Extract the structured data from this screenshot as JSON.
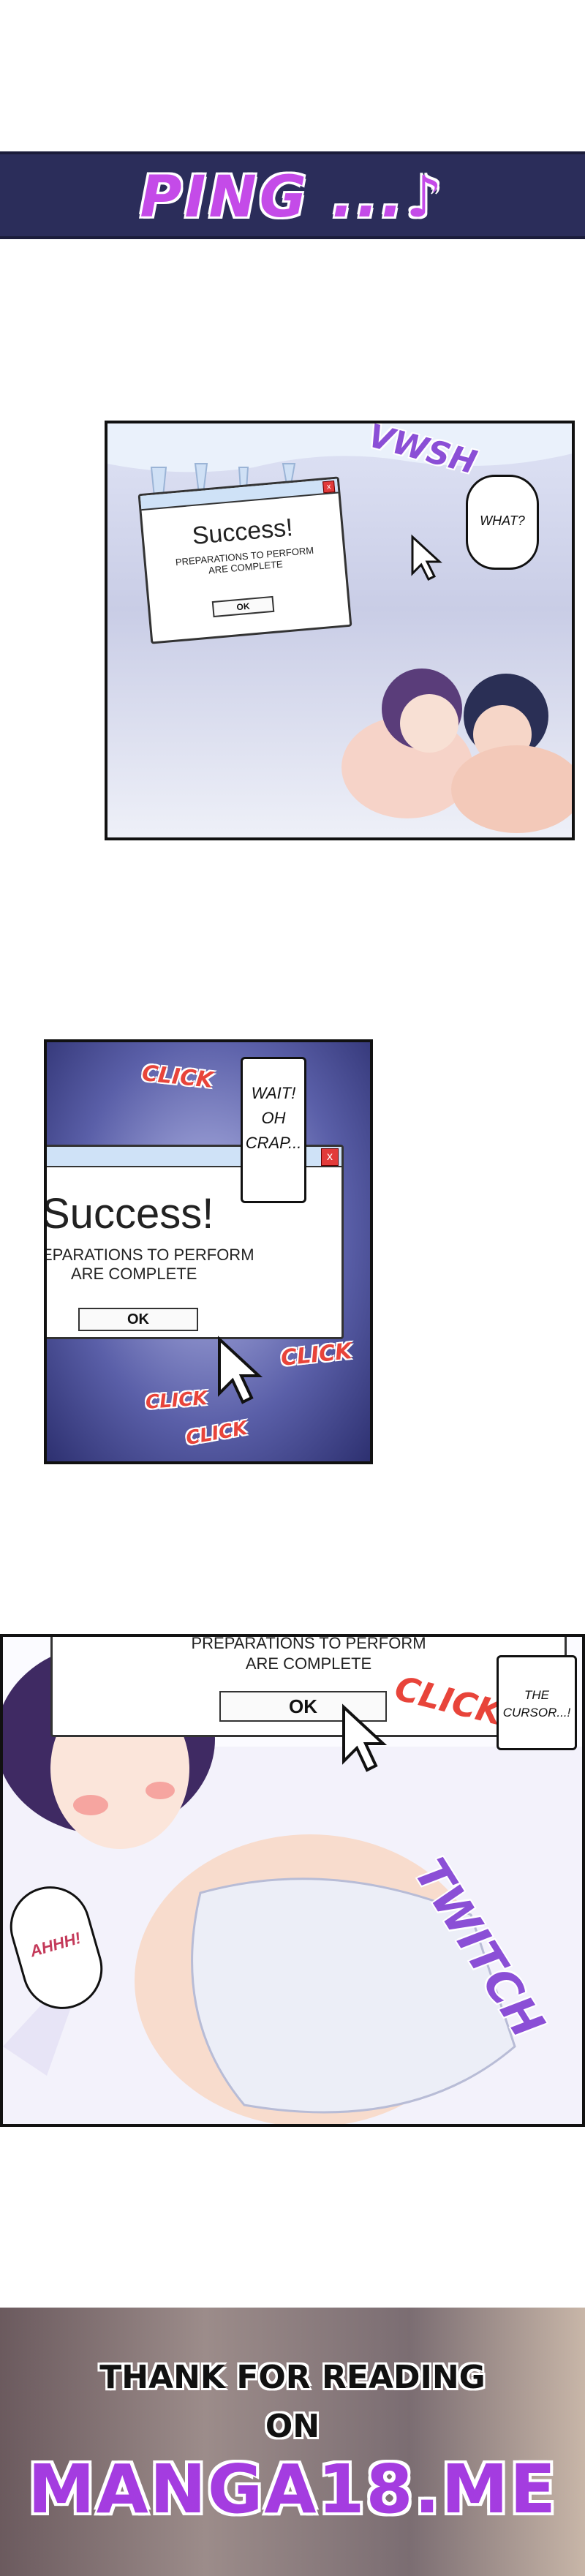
{
  "banner": {
    "text": "PING ...♪"
  },
  "panel1": {
    "dialog": {
      "close": "x",
      "title": "Success!",
      "line1": "PREPARATIONS TO PERFORM",
      "line2": "ARE COMPLETE",
      "ok": "OK"
    },
    "sfx": "VWSH",
    "bubble": "WHAT?"
  },
  "panel2": {
    "dialog": {
      "close": "x",
      "title": "Success!",
      "line1": "EPARATIONS TO PERFORM",
      "line2": "ARE COMPLETE",
      "ok": "OK"
    },
    "sfx_click": "CLICK",
    "bubble_l1": "WAIT!",
    "bubble_l2": "OH",
    "bubble_l3": "CRAP..."
  },
  "panel3": {
    "dialog": {
      "line1": "PREPARATIONS TO PERFORM",
      "line2": "ARE COMPLETE",
      "ok": "OK"
    },
    "sfx_click": "CLICK",
    "sfx_twitch": "TWITCH",
    "bubble_cursor_l1": "THE",
    "bubble_cursor_l2": "CURSOR...!",
    "bubble_ahhh": "AHHH!"
  },
  "footer": {
    "line1": "THANK FOR READING",
    "line2": "ON",
    "line3": "MANGA18.ME"
  }
}
